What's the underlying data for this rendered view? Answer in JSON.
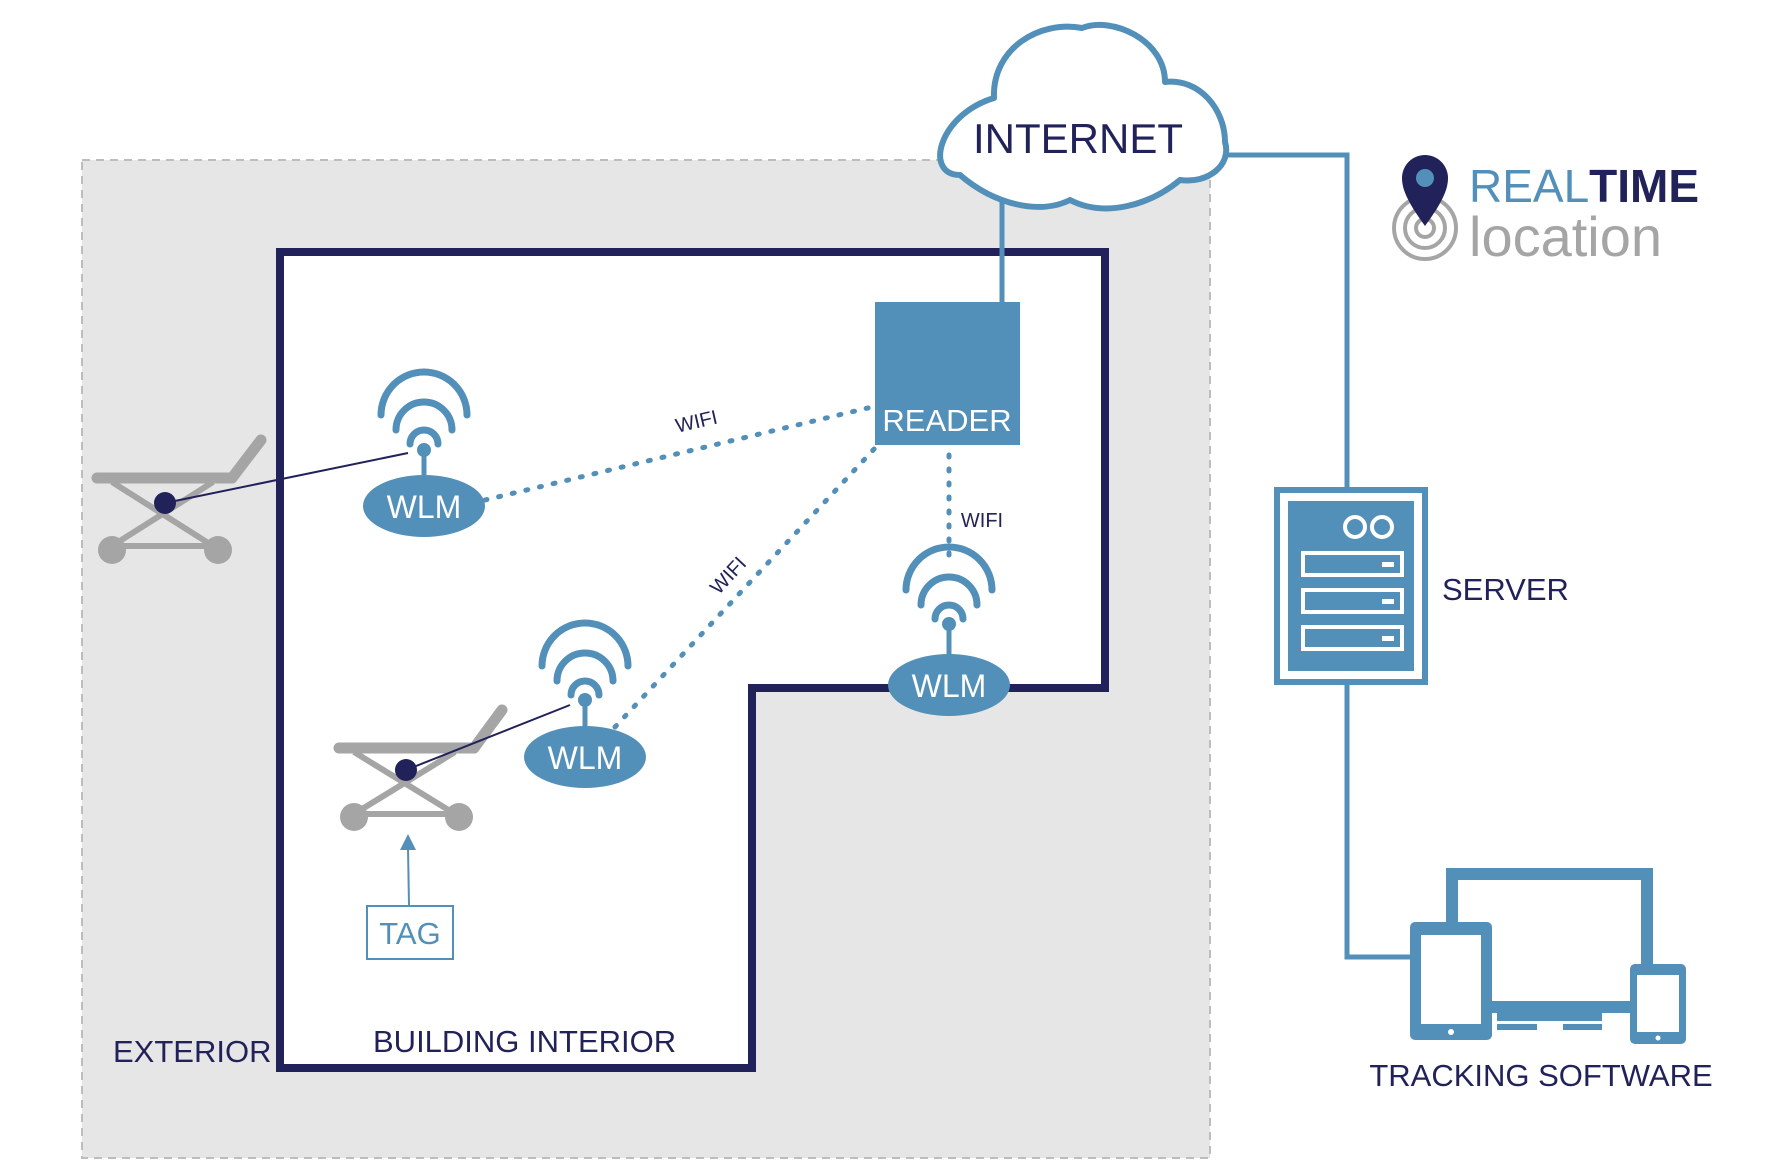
{
  "diagram": {
    "labels": {
      "internet": "INTERNET",
      "reader": "READER",
      "wlm_1": "WLM",
      "wlm_2": "WLM",
      "wlm_3": "WLM",
      "wifi_1": "WIFI",
      "wifi_2": "WIFI",
      "wifi_3": "WIFI",
      "server": "SERVER",
      "tracking_software": "TRACKING SOFTWARE",
      "tag": "TAG",
      "exterior": "EXTERIOR",
      "building_interior": "BUILDING INTERIOR"
    },
    "logo": {
      "real": "REAL",
      "time": "TIME",
      "location": "location"
    },
    "icons": {
      "cloud": "cloud-icon",
      "server": "server-icon",
      "devices": "devices-icon",
      "wifi": "wifi-icon",
      "stretcher": "stretcher-icon",
      "location_pin": "location-pin-icon"
    },
    "colors": {
      "accent": "#5390b9",
      "navy": "#22225a",
      "gray_zone": "#e6e6e6",
      "stretcher_gray": "#a5a5a5"
    }
  }
}
